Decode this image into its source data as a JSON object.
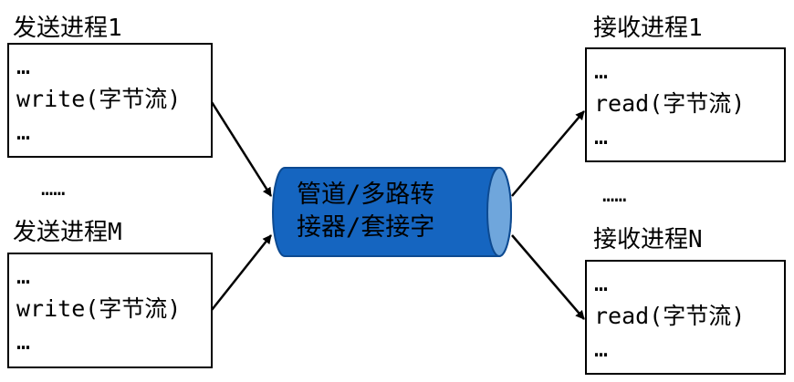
{
  "senders": [
    {
      "title": "发送进程1",
      "lines": [
        "…",
        "write(字节流)",
        "…"
      ]
    },
    {
      "title": "发送进程M",
      "lines": [
        "…",
        "write(字节流)",
        "…"
      ]
    }
  ],
  "sender_ellipsis": "……",
  "receivers": [
    {
      "title": "接收进程1",
      "lines": [
        "…",
        "read(字节流)",
        "…"
      ]
    },
    {
      "title": "接收进程N",
      "lines": [
        "…",
        "read(字节流)",
        "…"
      ]
    }
  ],
  "receiver_ellipsis": "……",
  "pipe": {
    "line1": "管道/多路转",
    "line2": "接器/套接字",
    "body_color": "#1565c0",
    "end_color": "#6fa6dc"
  }
}
